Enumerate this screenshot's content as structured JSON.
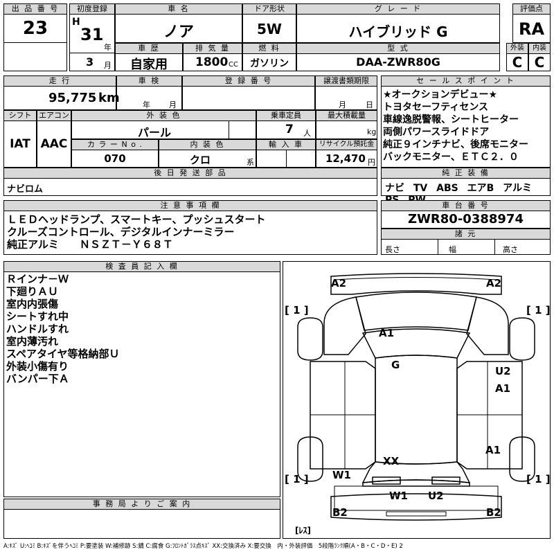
{
  "header": {
    "lot_no_label": "出 品 番 号",
    "lot_no": "23",
    "first_reg_label": "初度登録",
    "era": "H",
    "year": "31",
    "nen": "年",
    "month": "3",
    "tsuki": "月",
    "car_name_label": "車 名",
    "car_name": "ノア",
    "doors_label": "ドア形状",
    "doors": "5W",
    "grade_label": "グ レ ー ド",
    "grade": "ハイブリッド G",
    "rating_label": "評価点",
    "rating": "RA",
    "history_label": "車 歴",
    "history": "自家用",
    "displacement_label": "排 気 量",
    "displacement": "1800",
    "cc": "CC",
    "fuel_label": "燃 料",
    "fuel": "ガソリン",
    "model_label": "型 式",
    "model": "DAA-ZWR80G",
    "exterior_label": "外装",
    "exterior": "C",
    "interior_label": "内装",
    "interior": "C"
  },
  "row2": {
    "mileage_label": "走 行",
    "mileage": "95,775",
    "km": "km",
    "inspection_label": "車 検",
    "nen": "年",
    "tsuki": "月",
    "reg_no_label": "登 録 番 号",
    "transfer_label": "譲渡書類期限",
    "tsuki2": "月",
    "hi": "日",
    "shift_label": "シフト",
    "shift": "IAT",
    "ac_label": "エアコン",
    "ac": "AAC",
    "color_label": "外 装 色",
    "color": "パール",
    "capacity_label": "乗車定員",
    "capacity": "7",
    "nin": "人",
    "max_load_label": "最大積載量",
    "kg": "kg",
    "color_no_label": "カ ラ ー N o .",
    "color_no": "070",
    "int_color_label": "内 装 色",
    "int_color": "クロ",
    "kei": "系",
    "import_label": "輸 入 車",
    "recycle_label": "リサイクル預託金",
    "recycle": "12,470",
    "yen": "円",
    "later_parts_label": "後 日 発 送 部 品",
    "later_parts": "ナビロム"
  },
  "sales_point": {
    "label": "セ ー ル ス ポ イ ン ト",
    "lines": [
      "★オークションデビュー★",
      "トヨタセーフティセンス",
      "車線逸脱警報、シートヒーター",
      "両側パワースライドドア",
      "純正９インチナビ、後席モニター",
      "バックモニター、ＥＴＣ２．０"
    ]
  },
  "equipment": {
    "label": "純 正 装 備",
    "items": [
      "ナビ",
      "TV",
      "ABS",
      "エアB",
      "アルミ",
      "PS",
      "PW"
    ]
  },
  "notes": {
    "label": "注 意 事 項 欄",
    "lines": [
      "ＬＥＤヘッドランプ、スマートキー、プッシュスタート",
      "クルーズコントロール、デジタルインナーミラー",
      "純正アルミ　　ＮＳＺＴ－Ｙ６８Ｔ"
    ]
  },
  "chassis": {
    "label": "車 台 番 号",
    "number": "ZWR80-0388974",
    "spec_label": "諸 元",
    "length": "長さ",
    "width": "幅",
    "height": "高さ"
  },
  "inspector": {
    "label": "検 査 員 記 入 欄",
    "lines": [
      "Ｒインナ－Ｗ",
      "下廻りＡＵ",
      "室内内張傷",
      "シートすれ中",
      "ハンドルすれ",
      "室内薄汚れ",
      "スペアタイヤ等格納部Ｕ",
      "外装小傷有り",
      "バンパー下Ａ"
    ]
  },
  "office": {
    "label": "事 務 局 よ り ご 案 内"
  },
  "diagram": {
    "marks": {
      "a2_left": "A2",
      "a2_right": "A2",
      "tire_fl": "[ 1 ]",
      "tire_fr": "[ 1 ]",
      "a1_hood": "A1",
      "g_glass": "G",
      "u2": "U2",
      "a1_right": "A1",
      "a1_rear_right": "A1",
      "xx": "XX",
      "w1_left": "W1",
      "tire_rl": "[ 1 ]",
      "tire_rr": "[ 1 ]",
      "w1_rear": "W1",
      "u2_rear": "U2",
      "b2_left": "B2",
      "b2_right": "B2",
      "less": "[ﾚｽ]"
    }
  },
  "legend": "A:ｷｽﾞ U:ﾍｺﾐ B:ｷｽﾞを伴うﾍｺﾐ P:要塗装 W:補修跡 S:錆 C:腐食 G:ﾌﾛﾝﾄｶﾞﾗｽ点ｷｽﾞ XX:交換済み X:要交換　内・外装評価　5段階ﾗﾝｸ順(A・B・C・D・E) 2"
}
